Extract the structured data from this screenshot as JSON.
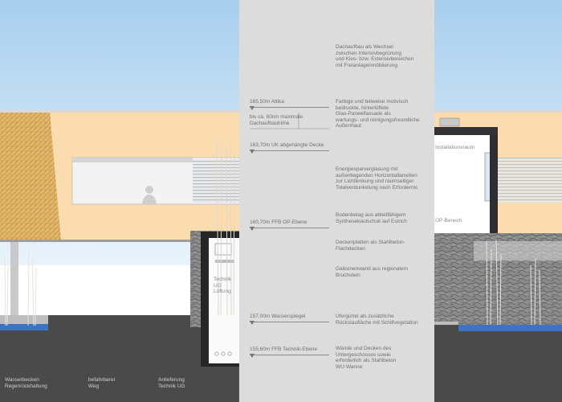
{
  "levels": {
    "attika": "165,50m Attika",
    "dachaufbau": "bis ca. 60cm maximale\nDachaufbauhöhe",
    "uk_decke": "163,70m UK abgehängte Decke",
    "ffb_op": "160,70m FFB OP-Ebene",
    "wasserspiegel": "157,00m Wasserspiegel",
    "ffb_technik": "155,60m FFB Technik-Ebene"
  },
  "notes": {
    "dach": "Dachaufbau als Wechsel\nzwischen Intensivbegrünung\nund Kies- bzw. Extensivbereichen\nmit Freianlagenmöblierung",
    "fassade": "Farbige und teilweise motivisch\nbedruckte, hinterlüftete\nGlas-Paneelfassade als\nwartungs- und reinigungsfreundliche\nAußenhaut",
    "verglasung": "Energiesparverglasung mit\naußenliegenden Horizontallamellen\nzur Lichtlenkung und raumseitiger\nTotalverdunkelung nach Erfordernis",
    "bodenbelag": "Bodenbelag aus ableitfähigem\nSynthesekautschuk auf Estrich",
    "deckenplatten": "Deckenplatten als Stahlbeton-\nFlachdecken",
    "gabionen": "Gabionenwand aus regionalem\nBruchstein",
    "ufer": "Ufergürtel als zusätzliche\nRückstaufläche mit Schilfvegetation",
    "waende": "Wände und Decken des\nUntergeschosses sowie\nerforderlich als Stahlbeton\nWU-Wanne"
  },
  "rooms": {
    "technik": "Technik\nUG\nLüftung",
    "installation": "Installationsraum",
    "op": "OP-Bereich"
  },
  "ground_labels": {
    "wasserbecken": "Wasserbecken\nRegenrückhaltung",
    "weg": "befahrbarer\nWeg",
    "anlieferung": "Anlieferung\nTechnik UG"
  },
  "colors": {
    "sky": "#b5d6ef",
    "facade": "#fbdcaf",
    "center_panel": "#dcdcdc",
    "ground": "#4a4a4a",
    "water": "#3d73c4"
  }
}
